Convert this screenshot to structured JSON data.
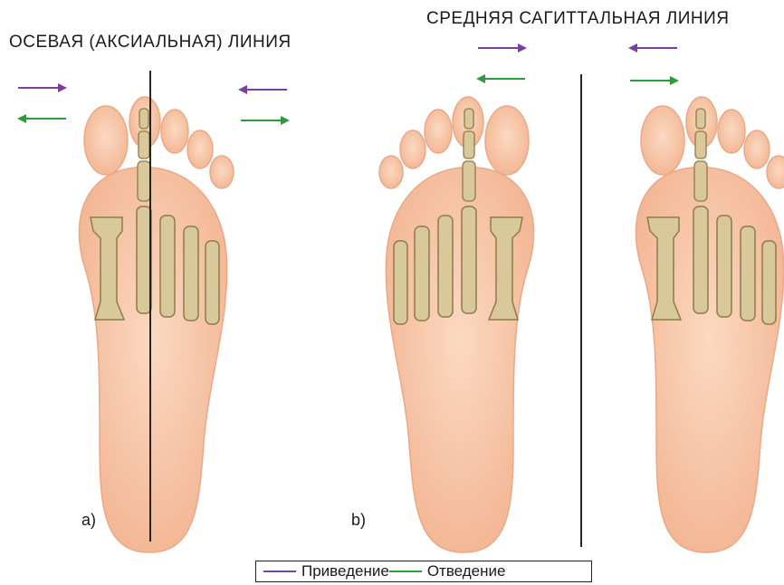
{
  "titles": {
    "axial_line": "ОСЕВАЯ (АКСИАЛЬНАЯ) ЛИНИЯ",
    "mid_sagittal_line": "СРЕДНЯЯ САГИТТАЛЬНАЯ ЛИНИЯ"
  },
  "panels": {
    "a": "a)",
    "b": "b)"
  },
  "legend": {
    "adduction": "Приведение",
    "abduction": "Отведение"
  },
  "colors": {
    "adduction": "#7b3fa0",
    "abduction": "#2f9a3a",
    "skin": "#f7c4a4",
    "skin_edge": "#e9a988",
    "bone": "#d9c89a",
    "bone_edge": "#8e7b4a",
    "line": "#111111"
  },
  "icons": [
    "right-arrow-icon",
    "left-arrow-icon",
    "foot-illustration"
  ]
}
